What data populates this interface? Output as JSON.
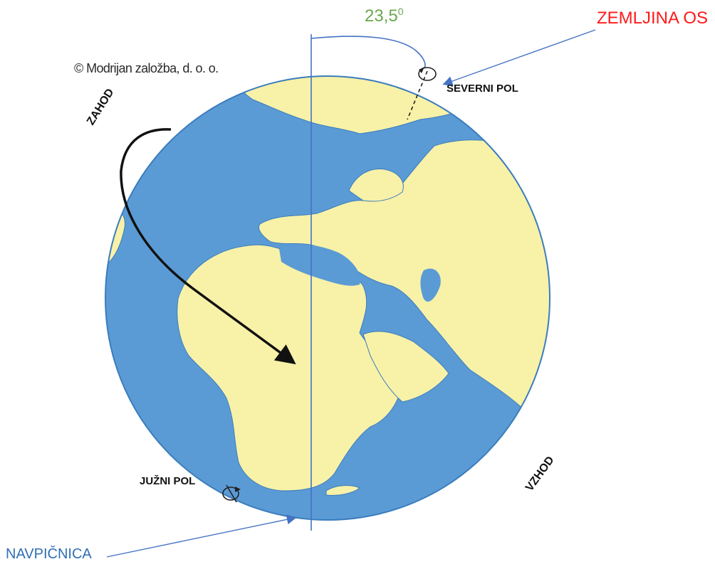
{
  "labels": {
    "copyright": "© Modrijan založba, d. o. o.",
    "tilt_angle": "23,5",
    "tilt_angle_sup": "0",
    "earth_axis": "ZEMLJINA OS",
    "north_pole": "SEVERNI POL",
    "south_pole": "JUŽNI POL",
    "west": "ZAHOD",
    "east": "VZHOD",
    "vertical": "NAVPIČNICA"
  },
  "colors": {
    "ocean": "#5b9bd5",
    "land": "#f8f1a8",
    "globe_outline": "#3a7dbd",
    "vertical_line": "#4472c4",
    "axis_label": "#ff1a1a",
    "angle_label": "#6aa84f",
    "vertical_label": "#2f6fb5",
    "rotation_arrow": "#111111"
  },
  "icons": {
    "rotation_arrow": "curved-arrow-icon",
    "north_pole_marker": "rotation-circle-icon",
    "south_pole_marker": "rotation-circle-icon"
  }
}
